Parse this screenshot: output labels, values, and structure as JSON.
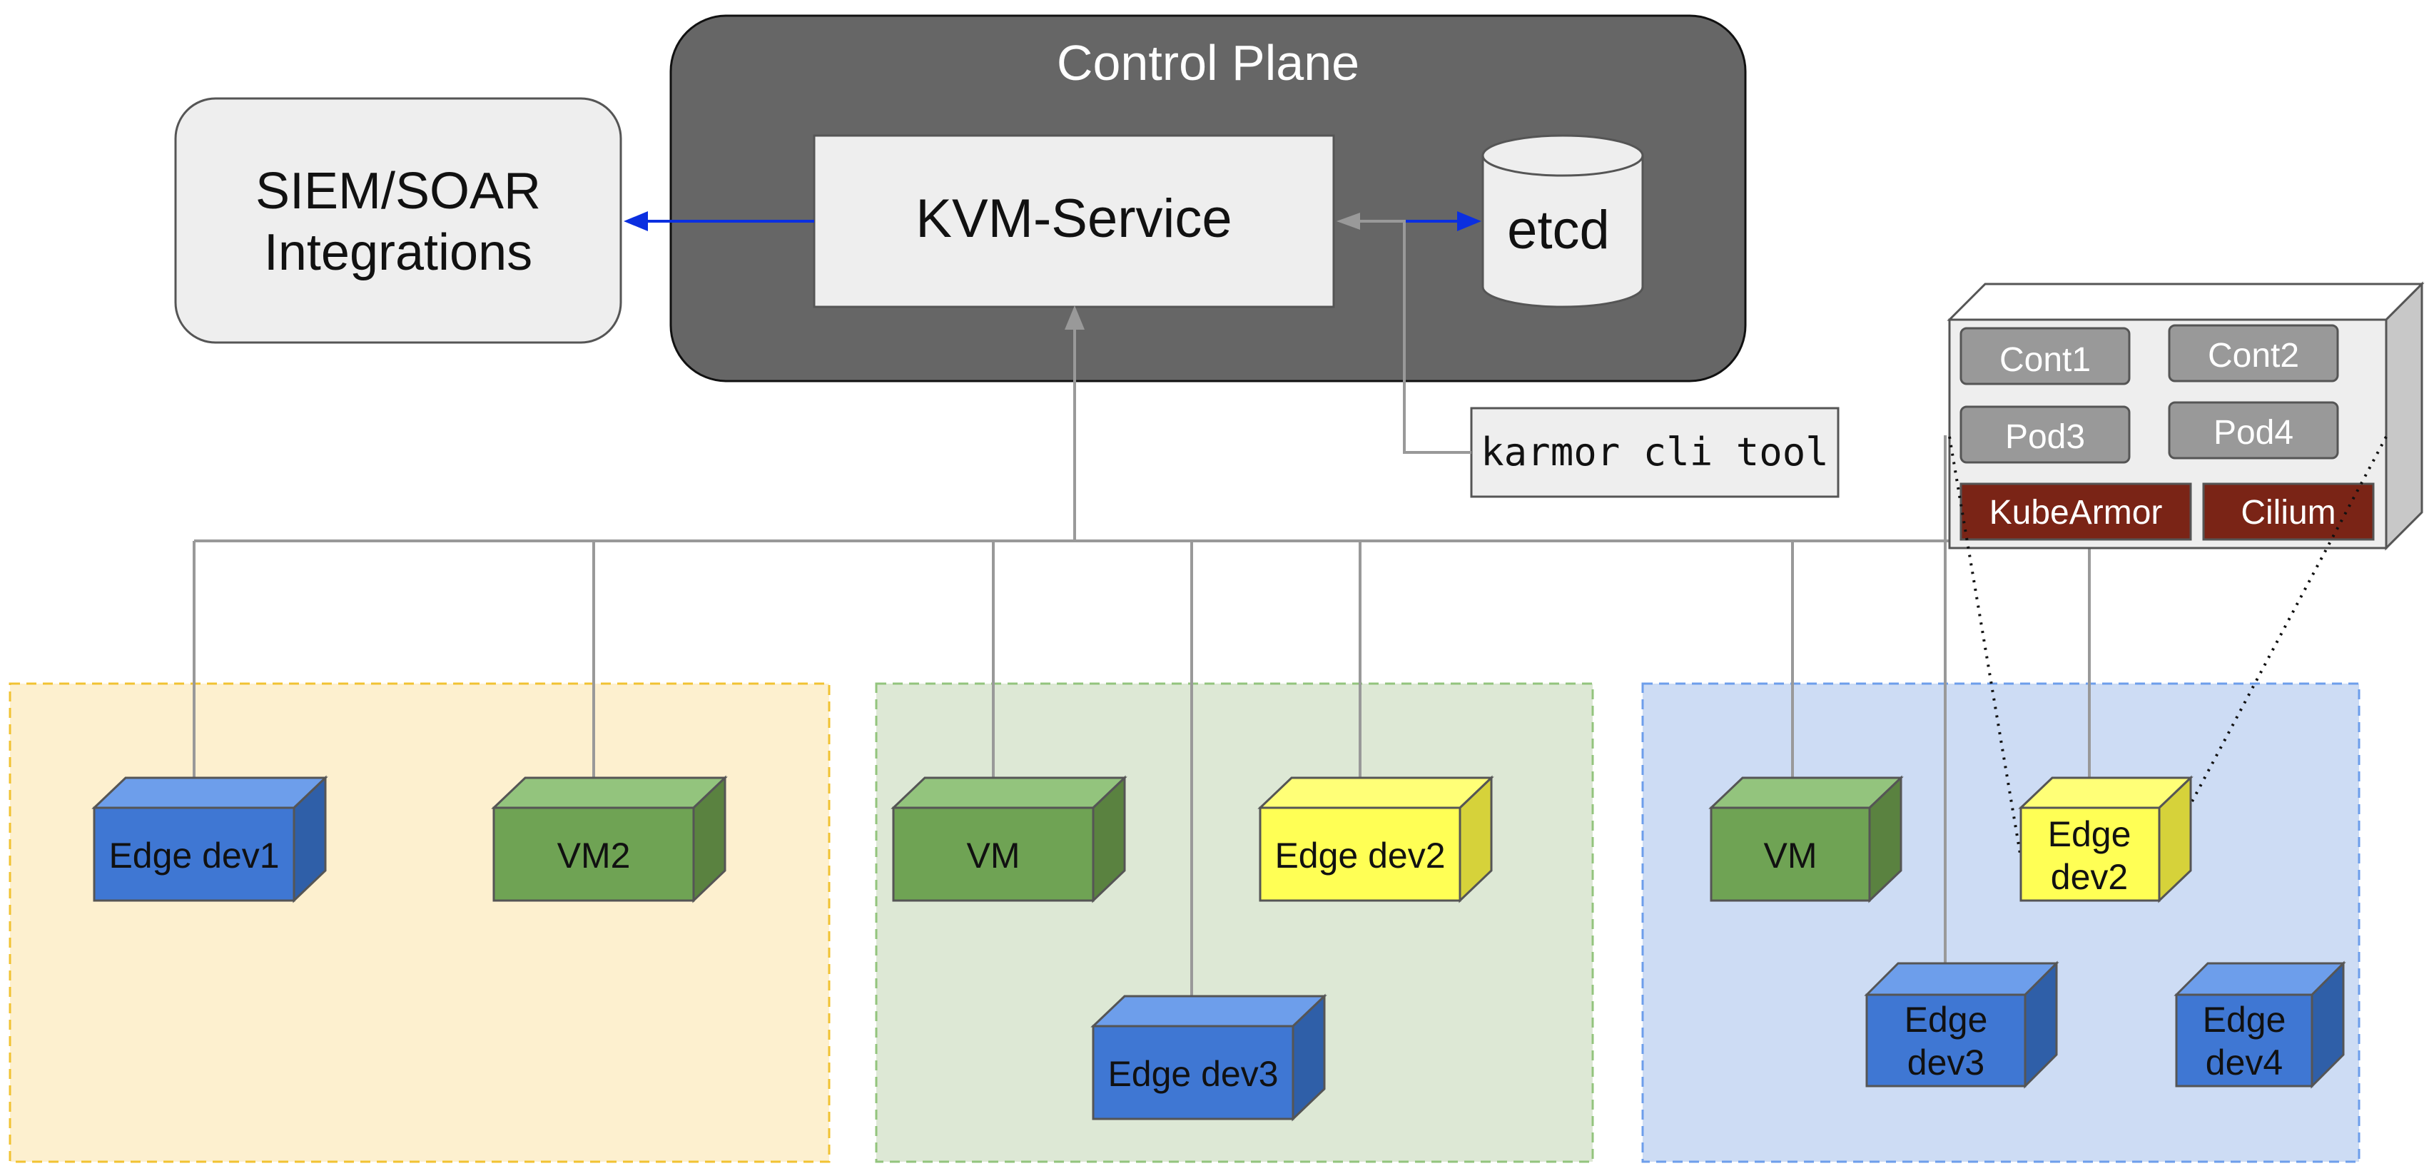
{
  "control_plane": {
    "title": "Control Plane",
    "kvm_service": "KVM-Service",
    "etcd": "etcd"
  },
  "siem": {
    "line1": "SIEM/SOAR",
    "line2": "Integrations"
  },
  "karmor_cli": "karmor cli tool",
  "node_detail": {
    "cont1": "Cont1",
    "cont2": "Cont2",
    "pod3": "Pod3",
    "pod4": "Pod4",
    "kubearmor": "KubeArmor",
    "cilium": "Cilium"
  },
  "zones": {
    "yellow": {
      "edge_dev1": "Edge dev1",
      "vm2": "VM2"
    },
    "green": {
      "vm": "VM",
      "edge_dev2": "Edge dev2",
      "edge_dev3": "Edge dev3"
    },
    "blue": {
      "vm": "VM",
      "edge_dev2_l1": "Edge",
      "edge_dev2_l2": "dev2",
      "edge_dev3_l1": "Edge",
      "edge_dev3_l2": "dev3",
      "edge_dev4_l1": "Edge",
      "edge_dev4_l2": "dev4"
    }
  },
  "colors": {
    "control_plane_bg": "#666666",
    "box_light": "#eeeeee",
    "arrow_blue": "#0b2fe0",
    "connector_gray": "#999999",
    "zone_yellow_fill": "#fdf0cf",
    "zone_yellow_border": "#f1c232",
    "zone_green_fill": "#dde8d5",
    "zone_green_border": "#93c47d",
    "zone_blue_fill": "#cddcf4",
    "zone_blue_border": "#6d9eeb",
    "device_blue": "#3f77d3",
    "device_green": "#6fa354",
    "device_yellow": "#ffff55",
    "security_red": "#7a2416"
  }
}
